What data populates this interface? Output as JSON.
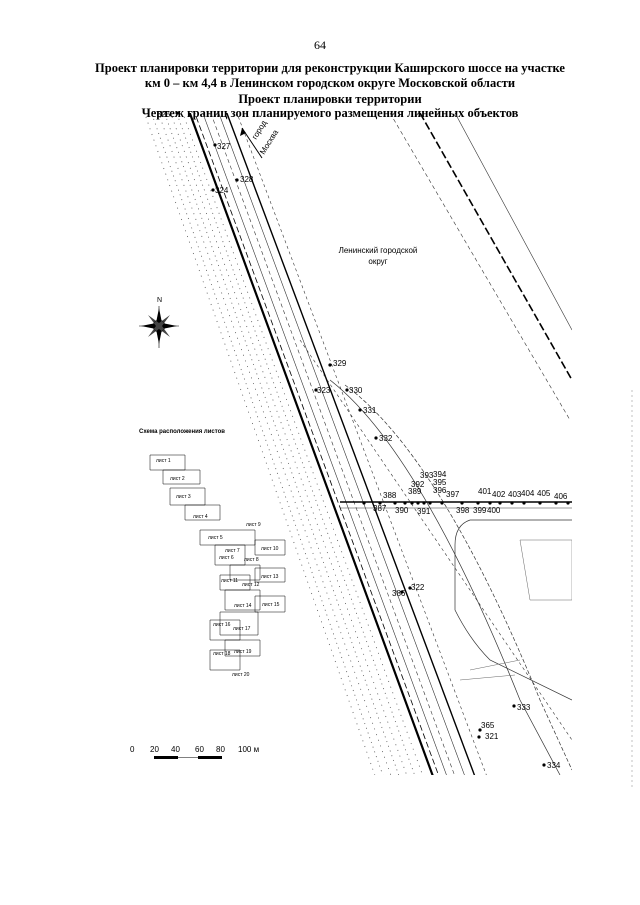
{
  "page_number": "64",
  "title": {
    "line1": "Проект планировки территории для реконструкции Каширского шоссе на участке",
    "line2": "км 0 – км 4,4 в Ленинском городском округе Московской области",
    "line3": "Проект планировки территории",
    "line4": "Чертеж границ зон планируемого размещения линейных объектов"
  },
  "map": {
    "district_label_1": "Ленинский городской",
    "district_label_2": "округ",
    "direction_label_1": "город",
    "direction_label_2": "Москва",
    "north_label": "N",
    "points": [
      "325",
      "327",
      "328",
      "324",
      "329",
      "323",
      "330",
      "331",
      "332",
      "393",
      "394",
      "392",
      "395",
      "389",
      "396",
      "397",
      "401",
      "402",
      "403",
      "404",
      "405",
      "406",
      "388",
      "387",
      "390",
      "391",
      "398",
      "399",
      "400",
      "322",
      "386",
      "333",
      "365",
      "321",
      "334"
    ]
  },
  "scheme": {
    "title": "Схема расположения листов",
    "sheets": [
      "лист 1",
      "лист 2",
      "лист 3",
      "лист 4",
      "лист 5",
      "лист 6",
      "лист 7",
      "лист 8",
      "лист 9",
      "лист 10",
      "лист 11",
      "лист 12",
      "лист 13",
      "лист 14",
      "лист 15",
      "лист 16",
      "лист 17",
      "лист 18",
      "лист 19",
      "лист 20"
    ]
  },
  "scale": {
    "ticks": [
      "0",
      "20",
      "40",
      "60",
      "80",
      "100 м"
    ]
  }
}
